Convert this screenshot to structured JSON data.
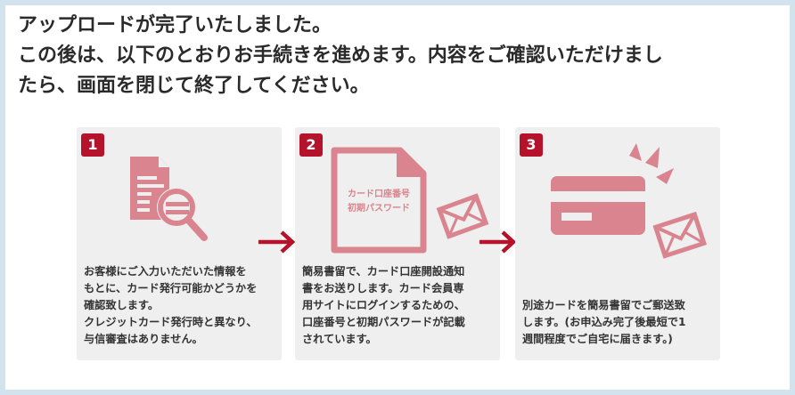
{
  "headline": {
    "line1": "アップロードが完了いたしました。",
    "line2": "この後は、以下のとおりお手続きを進めます。内容をご確認いただけまし",
    "line3": "たら、画面を閉じて終了してください。"
  },
  "steps": [
    {
      "number": "1",
      "lines": [
        "お客様にご入力いただいた情報を",
        "もとに、カード発行可能かどうかを",
        "確認致します。",
        "クレジットカード発行時と異なり、",
        "与信審査はありません。"
      ]
    },
    {
      "number": "2",
      "doc_label_line1": "カード口座番号",
      "doc_label_line2": "初期パスワード",
      "lines": [
        "簡易書留で、カード口座開設通知",
        "書をお送りします。カード会員専",
        "用サイトにログインするための、",
        "口座番号と初期パスワードが記載",
        "されています。"
      ]
    },
    {
      "number": "3",
      "lines": [
        "別途カードを簡易書留でご郵送致",
        "します。(お申込み完了後最短で1",
        "週間程度でご自宅に届きます。)"
      ]
    }
  ],
  "colors": {
    "accent": "#b4132b",
    "illustration": "#d9848f",
    "card_bg": "#efefef",
    "page_bg": "#d3e3ee"
  },
  "icons": {
    "step1": "document-search-icon",
    "step2": "notice-document-icon",
    "step2_extra": "envelope-icon",
    "step3": "credit-card-icon",
    "step3_extra": "envelope-icon",
    "arrows": "chevron-arrow-right-icon"
  }
}
